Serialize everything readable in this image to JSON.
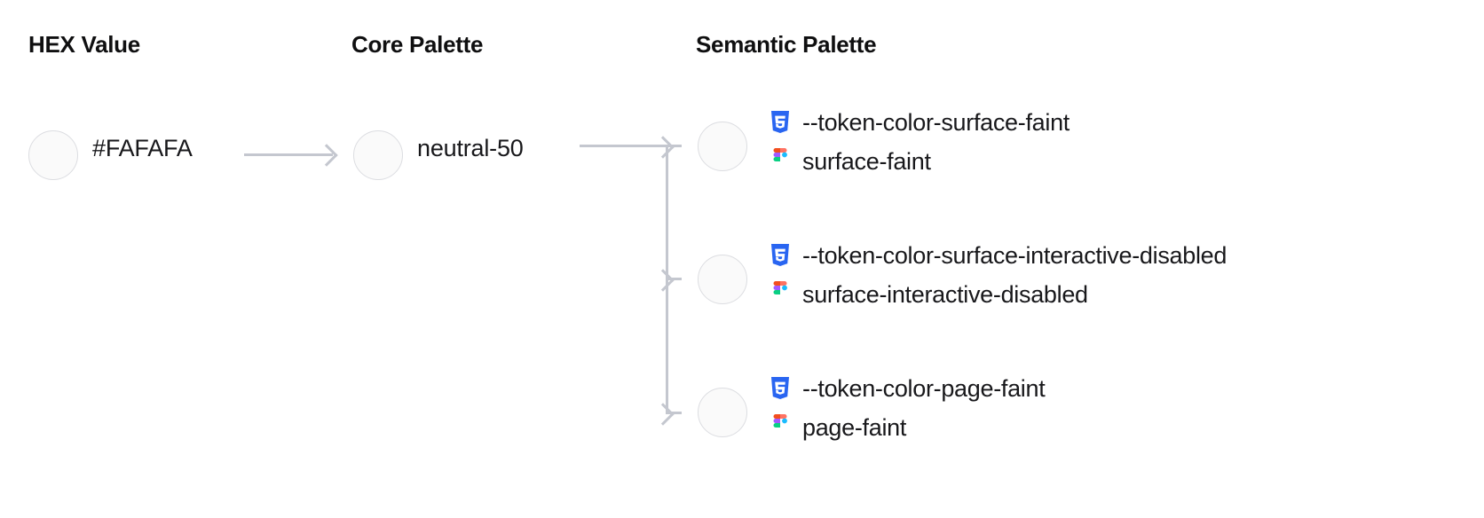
{
  "columns": {
    "hex": "HEX Value",
    "core": "Core Palette",
    "semantic": "Semantic Palette"
  },
  "hex": {
    "value": "#FAFAFA",
    "swatch_color": "#FAFAFA",
    "swatch_border": "#DCDDE1"
  },
  "core": {
    "value": "neutral-50",
    "swatch_color": "#FAFAFA",
    "swatch_border": "#DCDDE1"
  },
  "connector_color": "#C4C7CF",
  "icons": {
    "css": "css3-icon",
    "figma": "figma-icon"
  },
  "semantic": [
    {
      "swatch_color": "#FAFAFA",
      "css_token": "--token-color-surface-faint",
      "figma_token": "surface-faint"
    },
    {
      "swatch_color": "#FAFAFA",
      "css_token": "--token-color-surface-interactive-disabled",
      "figma_token": "surface-interactive-disabled"
    },
    {
      "swatch_color": "#FAFAFA",
      "css_token": "--token-color-page-faint",
      "figma_token": "page-faint"
    }
  ]
}
